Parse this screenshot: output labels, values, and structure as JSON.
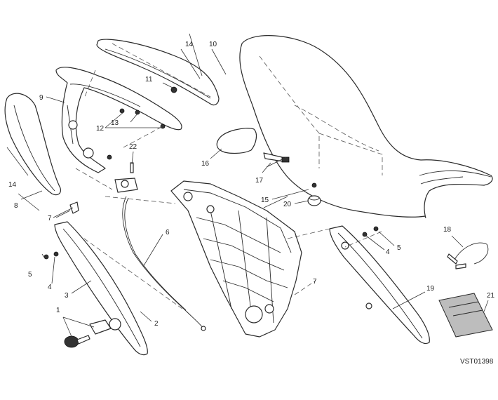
{
  "diagram": {
    "callouts": {
      "c1": "1",
      "c2": "2",
      "c3": "3",
      "c4a": "4",
      "c4b": "4",
      "c5a": "5",
      "c5b": "5",
      "c6": "6",
      "c7a": "7",
      "c7b": "7",
      "c8": "8",
      "c9": "9",
      "c10": "10",
      "c11": "11",
      "c12": "12",
      "c13": "13",
      "c14a": "14",
      "c14b": "14",
      "c15": "15",
      "c16": "16",
      "c17": "17",
      "c18": "18",
      "c19": "19",
      "c20": "20",
      "c21": "21",
      "c22": "22"
    },
    "drawing_code": "VST01398"
  }
}
